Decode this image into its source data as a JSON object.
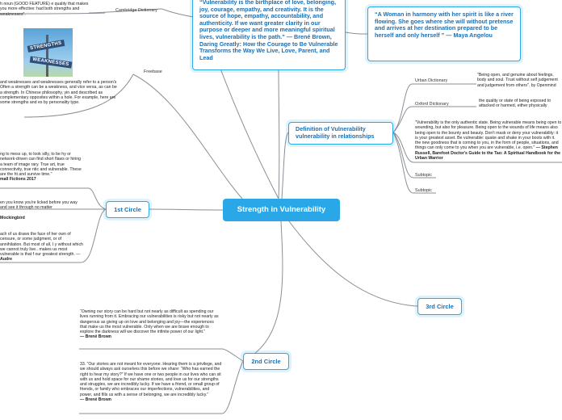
{
  "central": "Strength in Vulnerability",
  "branches": {
    "first_circle": "1st Circle",
    "second_circle": "2nd Circle",
    "third_circle": "3rd Circle",
    "definition": "Definition of Vulnerability vulnerability in relationships"
  },
  "quotes": {
    "top_center": "“Vulnerability is the birthplace of love, belonging, joy, courage, empathy, and creativity. It is the source of hope, empathy, accountability, and authenticity. If we want greater clarity in our purpose or deeper and more meaningful spiritual lives, vulnerability is the path.” — Brené Brown, Daring Greatly: How the Courage to Be Vulnerable Transforms the Way We Live, Love, Parent, and Lead",
    "top_right": "“A Woman in harmony with her spirit is like a river flowing. She goes where she will without pretense and arrives at her destination prepared to be herself and only herself ” — Maya Angelou"
  },
  "left_top": {
    "text": "h noun (GOOD FEATURE) e quality that makes you more effective: had both strengths and weaknesses\".",
    "source": "Cambridge Dictionary"
  },
  "image": {
    "sign_top": "STRENGTHS",
    "sign_bottom": "WEAKNESSES",
    "source": "Freebase"
  },
  "left_freebase_text": "and weaknesses and weaknesses generally refer to a person's Often a strength can be a weakness, and vice versa, as can be a strength. In Chinese philosophy, yin and described as complementary opposites within a hole. For example, here are some strengths and es by personality type.",
  "first_circle_items": [
    {
      "text": "ng to mess up, to look silly, to be hy or network-driven can find short flaws or hiring a team of image rary. True art, true connectivity, true ntic and vulnerable. These are the ht and survive time.\"",
      "bold": "mall Fictions 2017"
    },
    {
      "text": "en you know you're licked before you way and see it through no matter",
      "bold": "Mockingbird"
    },
    {
      "text": "ach of us draws the face of her own of censure, or some judgment, or of annihilation. But most of all, I y without which we cannot truly live.. makes us most vulnerable is that f our greatest strength. —",
      "bold": "Audre"
    }
  ],
  "second_circle_items": [
    {
      "text": "“Owning our story can be hard but not nearly as difficult as spending our lives running from it. Embracing our vulnerabilities is risky but not nearly as dangerous as giving up on love and belonging and joy—the experiences that make us the most vulnerable. Only when we are brave enough to explore the darkness will we discover the infinite power of our light.”",
      "bold": "— Brené Brown"
    },
    {
      "text": "33.     “Our stories are not meant for everyone. Hearing them is a privilege, and we should always ask ourselves this before we share: “Who has earned the right to hear my story?” If we have one or two people in our lives who can sit with us and hold space for our shame stories, and love us for our strengths and struggles, we are incredibly lucky. If we have a friend, or small group of friends, or family who embraces our imperfections, vulnerabilities, and power, and fills us with a sense of belonging, we are incredibly lucky.”",
      "bold": "— Brené Brown"
    }
  ],
  "definition_items": {
    "urban_label": "Urban Dictionary",
    "urban_text": "\"Being open, and genuine about feelings, body and soul. Trust without self judgement and judgement from others\".  by Openmind",
    "oxford_label": "Oxford Dictionary",
    "oxford_text": "the quality or state of being exposed to attacked or harmed, either physically",
    "quote_text": "\"Vulnerability is the only authentic state. Being vulnerable means being open to wounding, but also for pleasure. Being open to the wounds of life means also being open to the bounty and beauty. Don't mask or deny your vulnerability: it is your greatest asset. Be vulnerable: quake and shake in your boots with it. the new goodness that is coming to you, in the form of people, situations, and things can only come to you when you are vulnerable, i.e. open.\"",
    "quote_bold": "— Stephen Russell, Barefoot Doctor's Guide to the Tao: A Spiritual Handbook for the Urban Warrior",
    "subtopic_1": "Subtopic",
    "subtopic_2": "Subtopic"
  },
  "colors": {
    "accent": "#2aa7e6",
    "line": "#8a8f96",
    "node_text": "#1c6fb5"
  }
}
